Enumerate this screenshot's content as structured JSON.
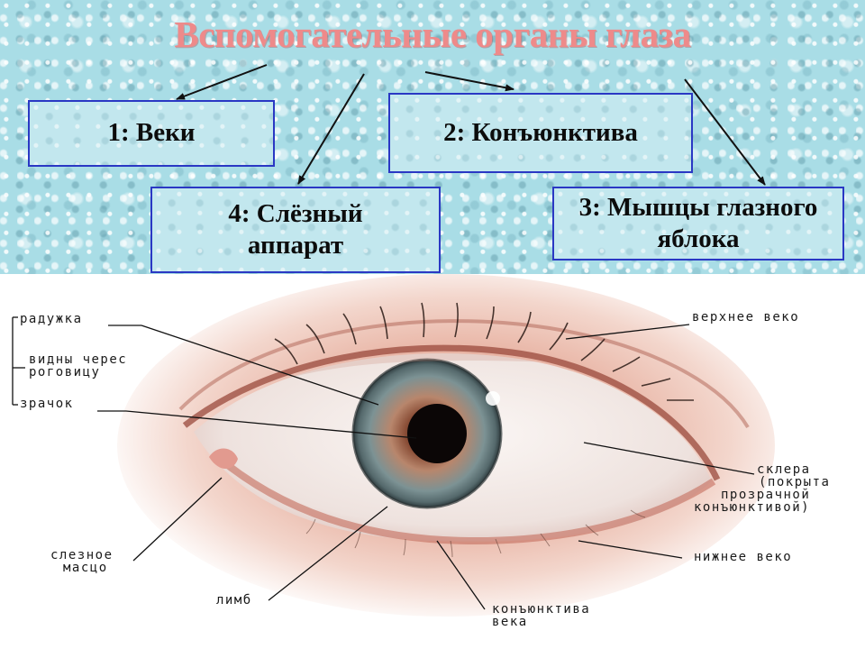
{
  "slide": {
    "title": "Вспомогательные органы глаза",
    "boxes": {
      "b1": "1: Веки",
      "b2": "2: Конъюнктива",
      "b3_line1": "3: Мышцы глазного",
      "b3_line2": "яблока",
      "b4_line1": "4: Слёзный",
      "b4_line2": "аппарат"
    }
  },
  "diagram": {
    "labels": {
      "raduzhka": "радужка",
      "vidny_line1": "видны черес",
      "vidny_line2": "роговицу",
      "zrachok": "зрачок",
      "verhnee_veko": "верхнее веко",
      "sklera_line1": "склера",
      "sklera_line2": "(покрыта",
      "sklera_line3": "прозрачной",
      "sklera_line4": "конъюнктивой)",
      "nizhnee_veko": "нижнее веко",
      "sleznoe_line1": "слезное",
      "sleznoe_line2": "масцо",
      "limb": "лимб",
      "konyunktiva_line1": "конъюнктива",
      "konyunktiva_line2": "века"
    }
  },
  "colors": {
    "title": "#ee8a8a",
    "box_border": "#2a38c4",
    "banner_bg": "#a9dde6",
    "iris_outer": "#6f8a8c",
    "iris_inner": "#b57a5e",
    "skin": "#e9b7a8"
  }
}
